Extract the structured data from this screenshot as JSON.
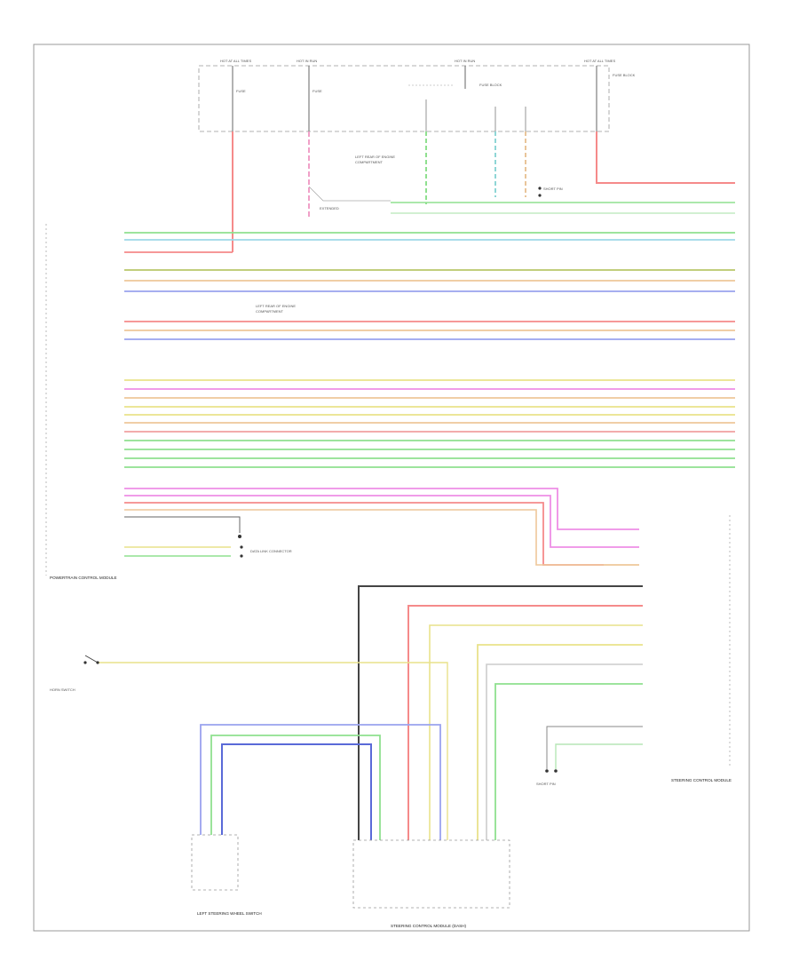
{
  "title_block": "",
  "footer_id": "",
  "modules": {
    "powertrain": "POWERTRAIN CONTROL MODULE",
    "steering": "STEERING CONTROL MODULE",
    "steering_dash": "STEERING CONTROL MODULE (DASH)",
    "left_steering_switch": "LEFT STEERING WHEEL SWITCH",
    "horn_switch": "HORN SWITCH",
    "fuse_block": "FUSE BLOCK"
  },
  "colors": {
    "red": "#f58a8a",
    "pink": "#ee8ee6",
    "green": "#8fe08f",
    "yellow": "#e9e28a",
    "olive": "#b8c76a",
    "blue": "#9aa2ee",
    "tan": "#eec79a",
    "dark": "#444444",
    "gray": "#bbbbbb"
  }
}
